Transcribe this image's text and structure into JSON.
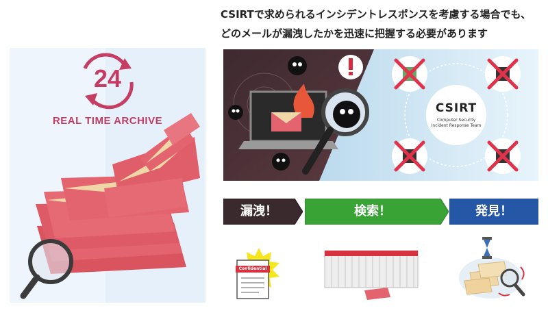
{
  "header": {
    "line1": "CSIRTで求められるインシデントレスポンスを考慮する場合でも、",
    "line2": "どのメールが漏洩したかを迅速に把握する必要があります"
  },
  "archive": {
    "badge_number": "24",
    "title": "REAL TIME ARCHIVE"
  },
  "banner": {
    "csirt_title": "CSIRT",
    "csirt_subtitle_1": "Computer Security",
    "csirt_subtitle_2": "Incident Response Team"
  },
  "steps": [
    {
      "label": "漏洩！",
      "color": "#3a2a2e"
    },
    {
      "label": "検索！",
      "color": "#3aa335"
    },
    {
      "label": "発見！",
      "color": "#2457a6"
    }
  ],
  "doc_stamp": "Confidential",
  "colors": {
    "accent_pink": "#c63d64",
    "envelope_red": "#e3636e",
    "envelope_inner": "#f0d7a8"
  }
}
